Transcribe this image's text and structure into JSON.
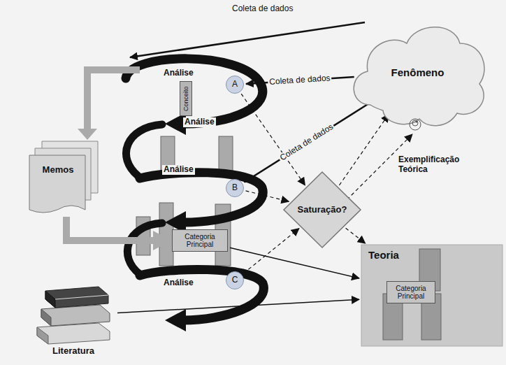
{
  "diagram": {
    "nodes": [
      {
        "text": [
          "Fenômeno"
        ]
      },
      {
        "text": [
          "Memos"
        ]
      },
      {
        "text": [
          "Conceito"
        ]
      },
      {
        "text": [
          "A"
        ]
      },
      {
        "text": [
          "B"
        ]
      },
      {
        "text": [
          "C"
        ]
      },
      {
        "text": [
          "Saturação?"
        ]
      },
      {
        "text": [
          "Categoria Principal"
        ]
      },
      {
        "text": [
          "Teoria"
        ]
      },
      {
        "text": [
          "Categoria Principal"
        ],
        "in": 8
      },
      {
        "text": [
          "Literatura"
        ]
      }
    ],
    "edges": [
      {
        "from": 0,
        "to": 3,
        "arrow": "to",
        "label": "Coleta de dados"
      },
      {
        "from": 0,
        "to": 4,
        "arrow": "to",
        "label": "Coleta de dados"
      },
      {
        "from": 1,
        "to": 7,
        "arrow": "to"
      },
      {
        "from": 3,
        "to": 6,
        "arrow": "to"
      },
      {
        "from": 4,
        "to": 6,
        "arrow": "to"
      },
      {
        "from": 5,
        "to": 6,
        "arrow": "to"
      },
      {
        "from": 6,
        "to": 0,
        "arrow": "to"
      },
      {
        "from": 6,
        "to": 8,
        "arrow": "to"
      },
      {
        "from": 7,
        "to": 8,
        "arrow": "to"
      },
      {
        "from": 10,
        "to": 8,
        "arrow": "to"
      }
    ],
    "labels": [
      "Coleta de dados",
      "Análise",
      "Análise",
      "Análise",
      "Análise",
      "Exemplificação Teórica"
    ]
  }
}
